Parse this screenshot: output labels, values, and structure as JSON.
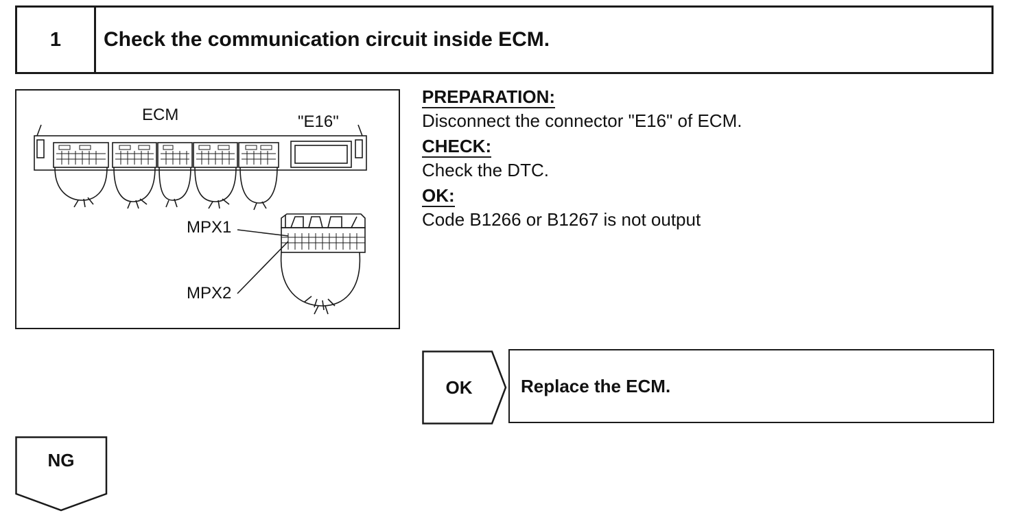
{
  "step": {
    "number": "1",
    "title": "Check the communication circuit inside ECM."
  },
  "figure": {
    "labels": {
      "ecm": "ECM",
      "connector": "\"E16\"",
      "mpx1": "MPX1",
      "mpx2": "MPX2"
    }
  },
  "instructions": {
    "preparation_heading": "PREPARATION:",
    "preparation_text": "Disconnect the connector \"E16\" of ECM.",
    "check_heading": "CHECK:",
    "check_text": "Check the DTC.",
    "ok_heading": "OK:",
    "ok_text": "Code B1266 or B1267 is not output"
  },
  "flow": {
    "ok_label": "OK",
    "ok_result": "Replace the ECM.",
    "ng_label": "NG"
  }
}
